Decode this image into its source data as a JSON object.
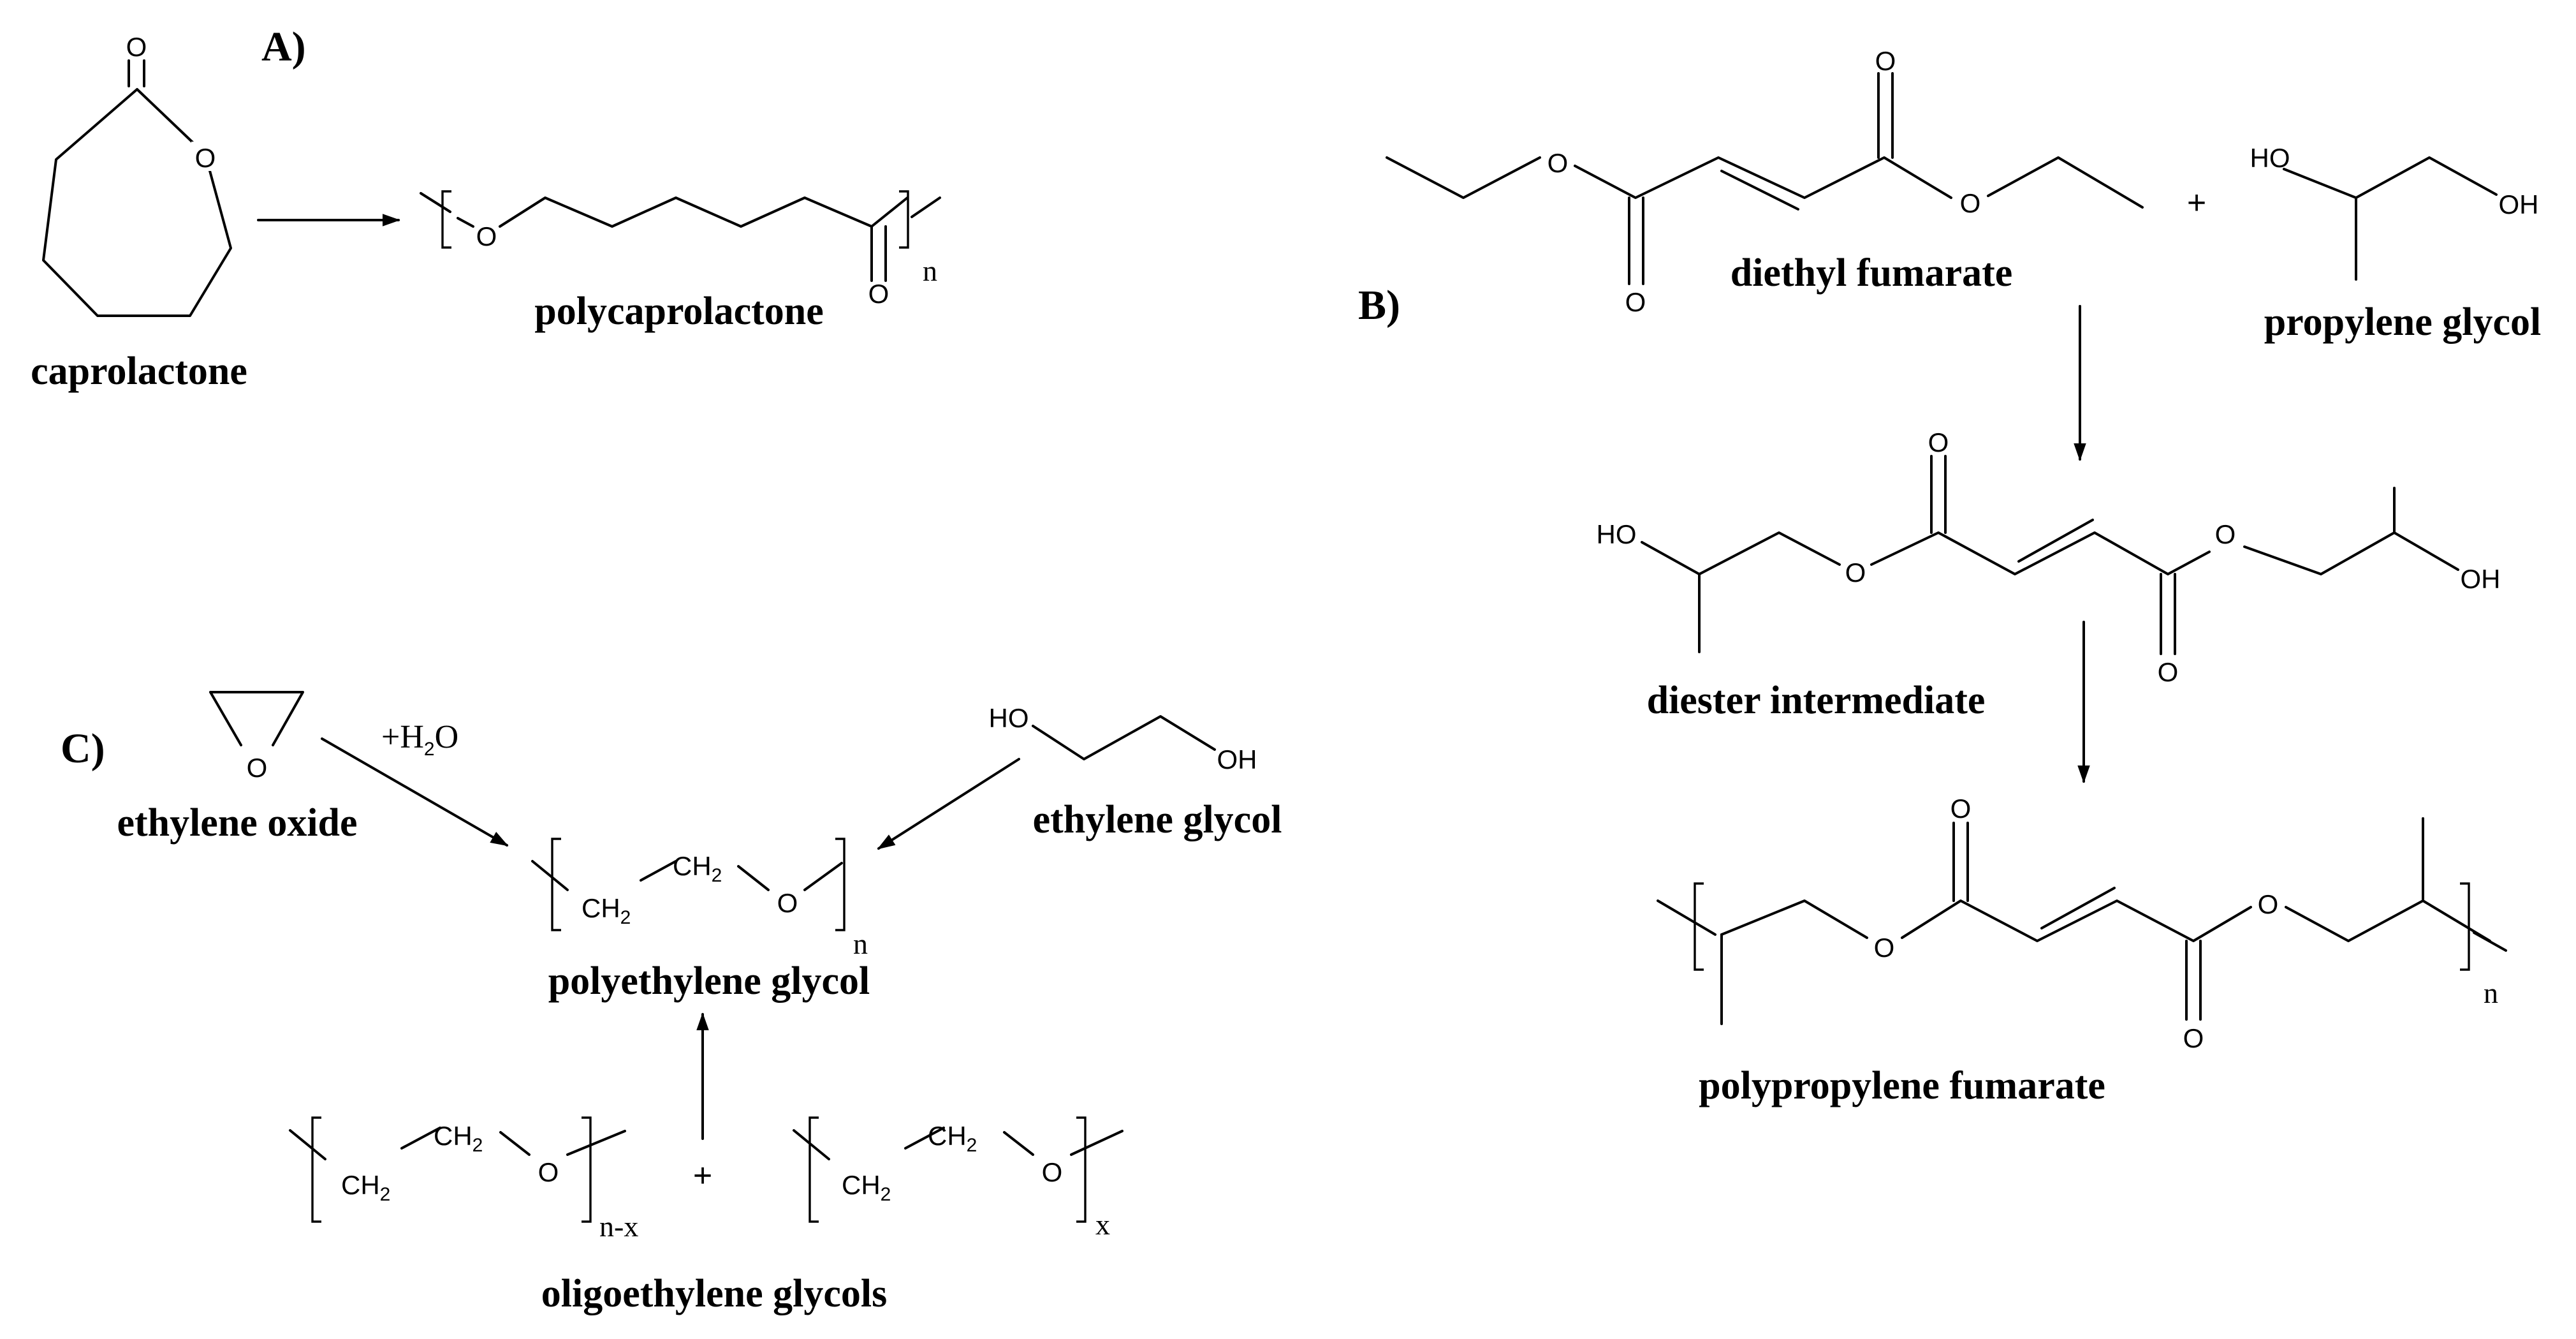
{
  "panels": {
    "a": "A)",
    "b": "B)",
    "c": "C)"
  },
  "atoms": {
    "oxygen": "O",
    "hydroxyl": "OH",
    "hydroxyl_left": "HO",
    "methylene": "CH",
    "methylene_sub": "2"
  },
  "section_a": {
    "reactant": "caprolactone",
    "product": "polycaprolactone",
    "repeat": "n"
  },
  "section_b": {
    "reactant1": "diethyl fumarate",
    "reactant2": "propylene glycol",
    "plus": "+",
    "intermediate": "diester intermediate",
    "product": "polypropylene fumarate",
    "repeat": "n"
  },
  "section_c": {
    "reactant1": "ethylene oxide",
    "water": "+H",
    "water_sub": "2",
    "water_o": "O",
    "reactant2": "ethylene glycol",
    "product": "polyethylene glycol",
    "repeat": "n",
    "oligomer_repeat1": "n-x",
    "oligomer_repeat2": "x",
    "plus": "+",
    "oligomers": "oligoethylene glycols"
  }
}
